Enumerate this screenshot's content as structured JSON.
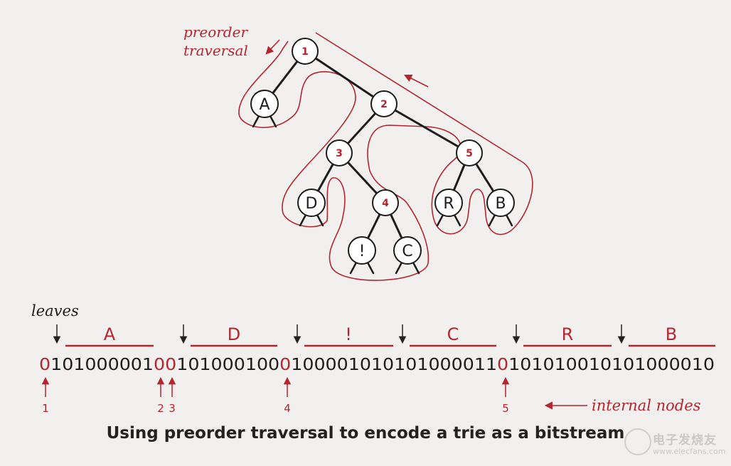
{
  "tree": {
    "internal_nodes": [
      "1",
      "2",
      "3",
      "4",
      "5"
    ],
    "leaves": [
      "A",
      "D",
      "!",
      "C",
      "R",
      "B"
    ]
  },
  "labels": {
    "preorder_line1": "preorder",
    "preorder_line2": "traversal",
    "leaves": "leaves",
    "internal_nodes": "internal nodes"
  },
  "bitstream": {
    "segments": [
      {
        "text": "0",
        "role": "internal"
      },
      {
        "text": "101000001",
        "role": "leaf",
        "label": "A"
      },
      {
        "text": "00",
        "role": "internal"
      },
      {
        "text": "101000100",
        "role": "leaf",
        "label": "D"
      },
      {
        "text": "0",
        "role": "internal"
      },
      {
        "text": "100001010",
        "role": "leaf",
        "label": "!"
      },
      {
        "text": "101000011",
        "role": "leaf",
        "label": "C"
      },
      {
        "text": "0",
        "role": "internal"
      },
      {
        "text": "101010010",
        "role": "leaf",
        "label": "R"
      },
      {
        "text": "101000010",
        "role": "leaf",
        "label": "B"
      }
    ],
    "internal_numbers": [
      "1",
      "2",
      "3",
      "4",
      "5"
    ]
  },
  "caption": "Using preorder traversal to encode a trie as a bitstream",
  "watermark": {
    "name": "电子发烧友",
    "url": "www.elecfans.com"
  },
  "colors": {
    "accent": "#b3262e",
    "text": "#1d1d1d",
    "background": "#f1f0ee"
  }
}
